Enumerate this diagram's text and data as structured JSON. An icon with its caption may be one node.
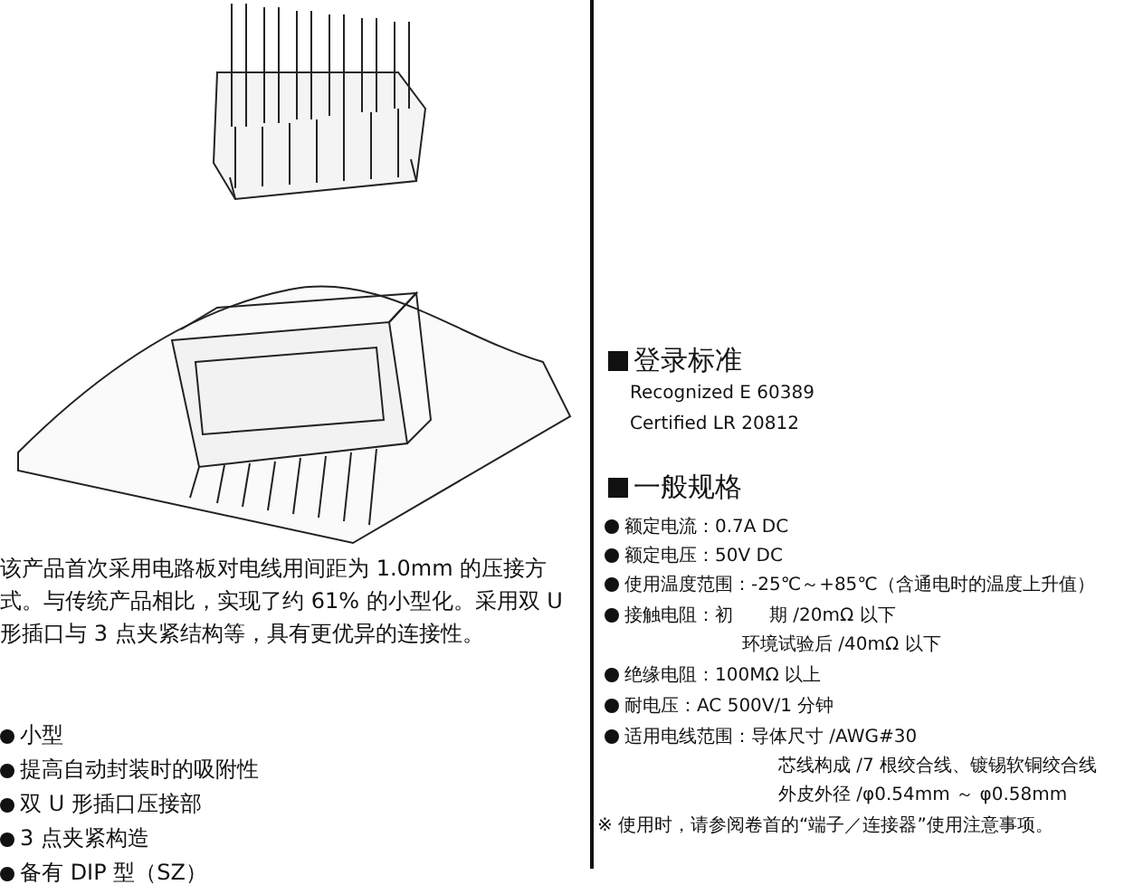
{
  "diagram": {
    "labels": [
      "该产品首次采用电路板对电线用间距为 1.0mm 的压接方式。与传统产品相比，实现了约 61% 的小型化。采用双 U 形插口与 3 点夹紧结构等，具有更优异的连接性。",
      "小型",
      "提高自动封装时的吸附性",
      "双 U 形插口压接部",
      "3 点夹紧构造",
      "备有 DIP 型（SZ）",
      "登录标准",
      "Recognized E 60389",
      "Certified LR 20812",
      "一般规格",
      "额定电流：0.7A DC",
      "额定电压：50V DC",
      "使用温度范围：-25℃～+85℃（含通电时的温度上升值）",
      "接触电阻：初　　期 /20mΩ 以下",
      "环境试验后 /40mΩ 以下",
      "绝缘电阻：100MΩ 以上",
      "耐电压：AC 500V/1 分钟",
      "适用电线范围：导体尺寸 /AWG#30",
      "芯线构成 /7 根绞合线、镀锡软铜绞合线",
      "外皮外径 /φ0.54mm ～ φ0.58mm",
      "※ 使用时，请参阅卷首的“端子／连接器”使用注意事项。"
    ]
  }
}
